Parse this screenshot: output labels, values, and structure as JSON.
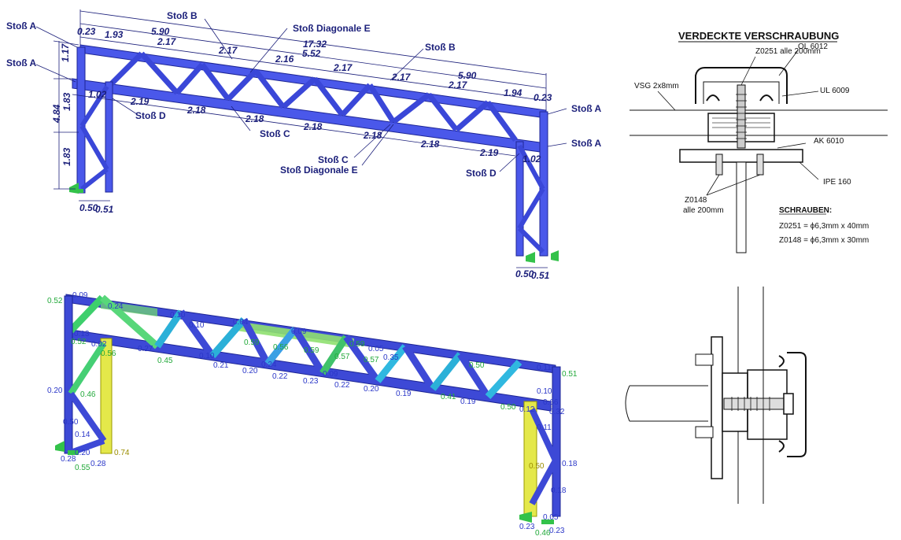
{
  "top_model": {
    "labels": {
      "stoss_a": "Stoß A",
      "stoss_b": "Stoß B",
      "stoss_c": "Stoß C",
      "stoss_d": "Stoß D",
      "stoss_diag_e": "Stoß Diagonale E"
    },
    "dims": {
      "d_023a": "0.23",
      "d_193": "1.93",
      "d_217a": "2.17",
      "d_590a": "5.90",
      "d_217b": "2.17",
      "d_1732": "17.32",
      "d_552": "5.52",
      "d_216": "2.16",
      "d_217c": "2.17",
      "d_217d": "2.17",
      "d_590b": "5.90",
      "d_217e": "2.17",
      "d_194": "1.94",
      "d_023b": "0.23",
      "v_117": "1.17",
      "v_484": "4.84",
      "v_183a": "1.83",
      "v_183b": "1.83",
      "d_102a": "1.02",
      "d_219a": "2.19",
      "d_218a": "2.18",
      "d_218b": "2.18",
      "d_218c": "2.18",
      "d_218d": "2.18",
      "d_218e": "2.18",
      "d_219b": "2.19",
      "d_102b": "1.02",
      "b_050a": "0.50",
      "b_051a": "0.51",
      "b_050b": "0.50",
      "b_051b": "0.51"
    }
  },
  "detail": {
    "title": "VERDECKTE VERSCHRAUBUNG",
    "z0251": "Z0251  alle 200mm",
    "ol": "OL 6012",
    "ul": "UL 6009",
    "vsg": "VSG 2x8mm",
    "ak": "AK 6010",
    "ipe": "IPE 160",
    "z0148": "Z0148",
    "z0148b": "alle 200mm",
    "schrauben": "SCHRAUBEN:",
    "s1": "Z0251  =  ϕ6,3mm x 40mm",
    "s2": "Z0148  =  ϕ6,3mm x 30mm"
  },
  "results": {
    "r1": "0.09",
    "r2": "0.52",
    "r3": "0.24",
    "r4": "0.10",
    "r5": "0.10",
    "r6": "0.04",
    "r7": "0.09",
    "r8": "0.13",
    "r9": "0.52",
    "r10": "0.02",
    "r11": "0.27",
    "r12": "0.45",
    "r13": "0.10",
    "r14": "0.21",
    "r15": "0.59",
    "r16": "0.59",
    "r17": "0.56",
    "r18": "0.59",
    "r19": "0.20",
    "r20": "0.24",
    "r21": "0.22",
    "r22": "0.57",
    "r23": "0.57",
    "r24": "0.05",
    "r25": "0.35",
    "r26": "0.09",
    "r27": "0.22",
    "r28": "0.23",
    "r29": "0.20",
    "r30": "0.19",
    "r31": "0.41",
    "r32": "0.50",
    "r33": "0.19",
    "r34": "0.50",
    "r35": "0.12",
    "r36": "0.20",
    "r37": "0.46",
    "r38": "0.56",
    "r39": "0.50",
    "r40": "0.14",
    "r41": "0.20",
    "r42": "0.28",
    "r43": "0.28",
    "r44": "0.74",
    "r45": "0.55",
    "r46": "0.51",
    "r47": "0.10",
    "r48": "0.66",
    "r49": "0.32",
    "r50": "0.11",
    "r51": "0.50",
    "r52": "0.18",
    "r53": "0.18",
    "r54": "0.23",
    "r55": "0.46",
    "r56": "0.23",
    "r57": "0.05",
    "r58": "0.11"
  }
}
